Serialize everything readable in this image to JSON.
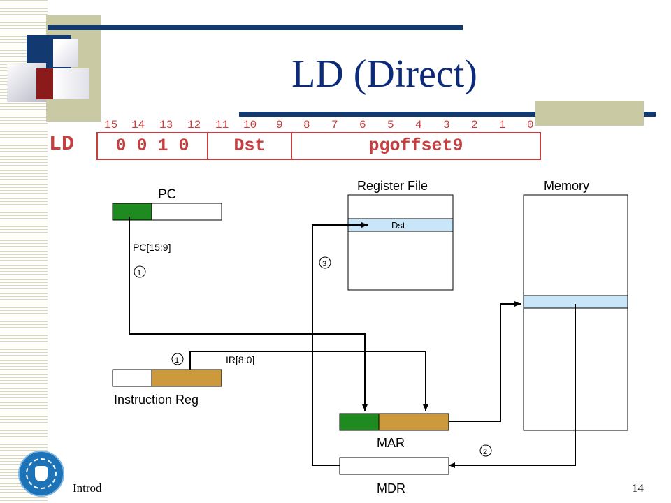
{
  "slide": {
    "title": "LD (Direct)",
    "footer_left": "Introd",
    "page_number": "14"
  },
  "instruction_format": {
    "opcode_name": "LD",
    "bit_numbers": [
      "15",
      "14",
      "13",
      "12",
      "11",
      "10",
      "9",
      "8",
      "7",
      "6",
      "5",
      "4",
      "3",
      "2",
      "1",
      "0"
    ],
    "fields": [
      {
        "label": "0 0 1 0"
      },
      {
        "label": "Dst"
      },
      {
        "label": "pgoffset9"
      }
    ]
  },
  "diagram": {
    "pc_label": "PC",
    "register_file_label": "Register File",
    "memory_label": "Memory",
    "dst_label": "Dst",
    "pc_bits_label": "PC[15:9]",
    "ir_bits_label": "IR[8:0]",
    "instruction_reg_label": "Instruction Reg",
    "mar_label": "MAR",
    "mdr_label": "MDR",
    "step_markers": [
      "1",
      "1",
      "2",
      "3"
    ]
  },
  "colors": {
    "title": "#0c2b78",
    "green": "#1f8a1f",
    "tan": "#cc9a3c",
    "light_blue": "#c8e6f8",
    "bit_numbers": "#c44040",
    "dark_bar": "#123a70",
    "tan_block": "#c9c9a3",
    "red_block": "#8b1a1a"
  }
}
